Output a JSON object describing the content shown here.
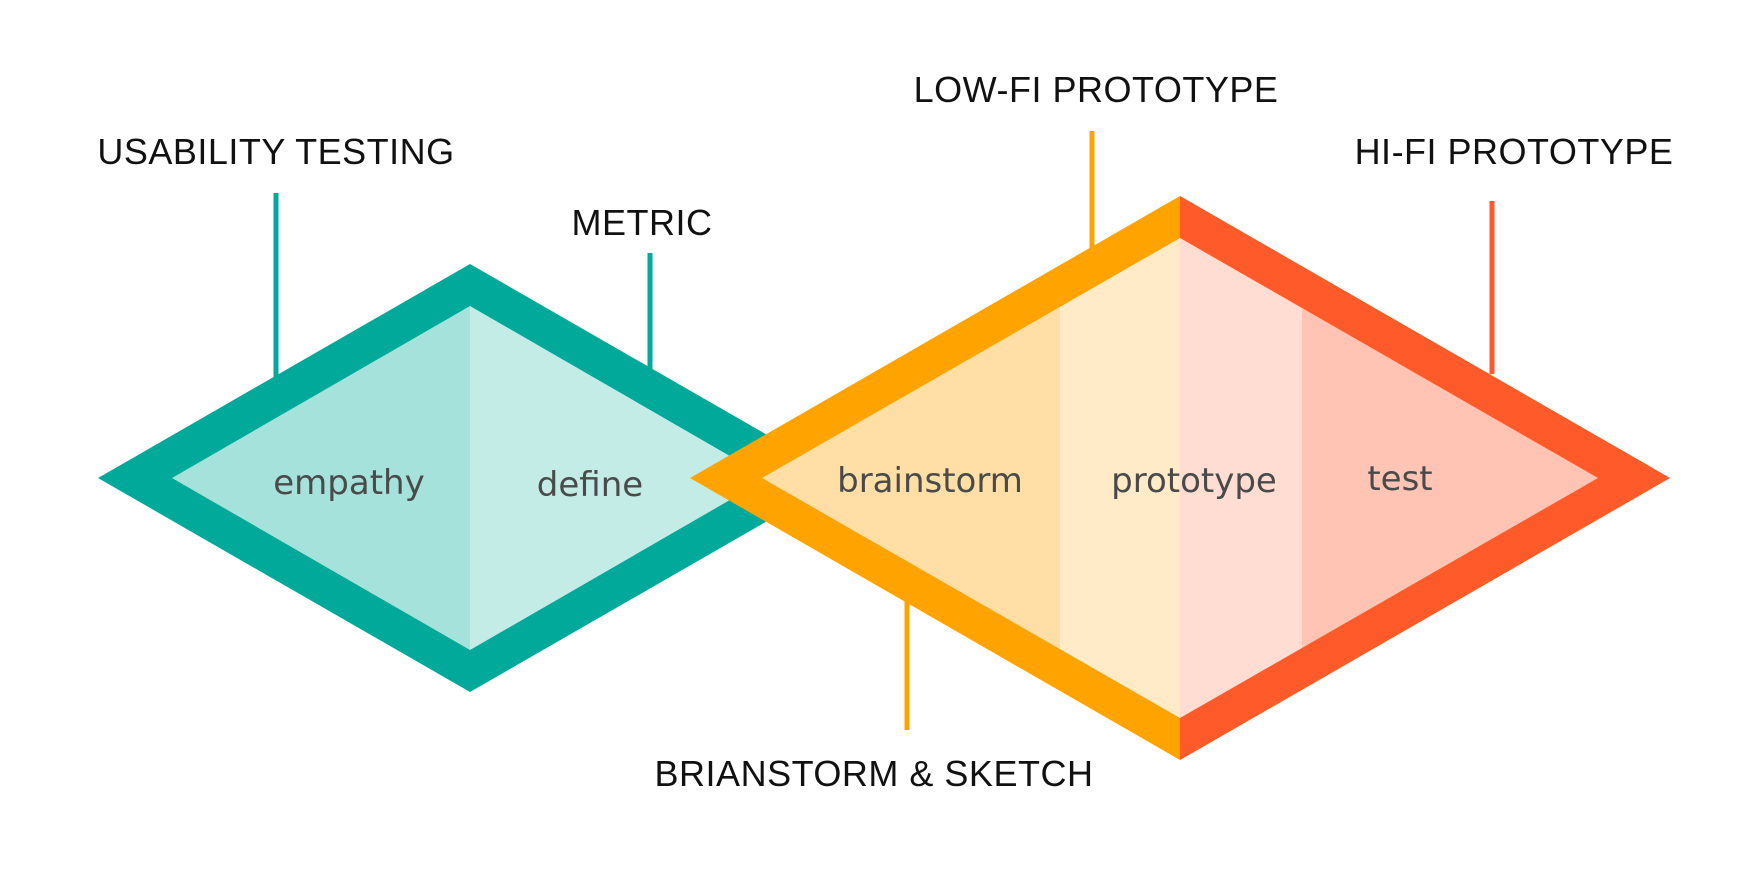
{
  "stages": [
    {
      "id": "empathy",
      "label": "empathy"
    },
    {
      "id": "define",
      "label": "define"
    },
    {
      "id": "brainstorm",
      "label": "brainstorm"
    },
    {
      "id": "prototype",
      "label": "prototype"
    },
    {
      "id": "test",
      "label": "test"
    }
  ],
  "callouts": {
    "usability_testing": "USABILITY TESTING",
    "metric": "METRIC",
    "low_fi_prototype": "LOW-FI PROTOTYPE",
    "hi_fi_prototype": "HI-FI PROTOTYPE",
    "brainstorm_sketch": "BRIANSTORM & SKETCH"
  },
  "colors": {
    "teal": "#00a99a",
    "teal_light_1": "#a6e2dc",
    "teal_light_2": "#c3ece7",
    "orange": "#ffa300",
    "orange_light_1": "#ffdfa6",
    "orange_light_2": "#ffebc8",
    "red": "#ff5a2a",
    "red_light_1": "#ffddd2",
    "red_light_2": "#ffc4b4"
  }
}
